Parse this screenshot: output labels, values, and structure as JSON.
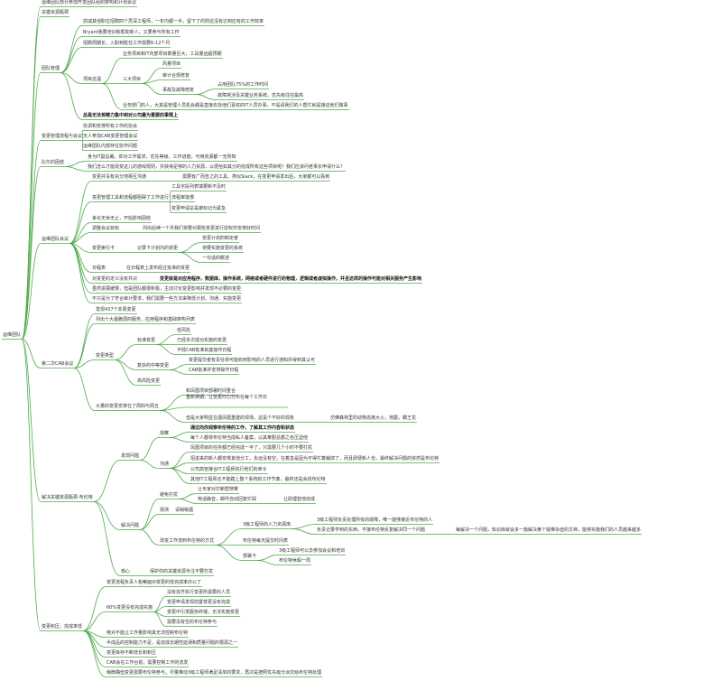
{
  "edge_color": "#4ea94a",
  "text_color": "#333333",
  "nodes": [
    {
      "id": "root",
      "text": "运维团队",
      "p": null
    },
    {
      "id": "n1",
      "text": "运维团队部分参加开发团队组织架构和计划会议",
      "p": "root"
    },
    {
      "id": "n2",
      "text": "关键资源瓶颈",
      "p": "root"
    },
    {
      "id": "tm",
      "text": "团队管理",
      "p": "root"
    },
    {
      "id": "tm1",
      "text": "前减其他职位招聘四个员深工程师，一年内都一半，留下了的则这没有达到应有的工作效率",
      "p": "tm"
    },
    {
      "id": "tm2",
      "text": "Bryant我要培训和帮助新人，又要参与所有工作",
      "p": "tm"
    },
    {
      "id": "tm3",
      "text": "招聘周期长，入职到胜任工作需要6-12个月",
      "p": "tm"
    },
    {
      "id": "xc",
      "text": "项目这温",
      "p": "tm"
    },
    {
      "id": "xc1",
      "text": "业务项目和IT内部项目数量巨大，工具量远超预期",
      "p": "xc"
    },
    {
      "id": "sd",
      "text": "三大项目",
      "p": "xc"
    },
    {
      "id": "sd1",
      "text": "风量项目",
      "p": "sd"
    },
    {
      "id": "sd2",
      "text": "审计合规修复",
      "p": "sd"
    },
    {
      "id": "sj",
      "text": "事故及故障修复",
      "p": "sd"
    },
    {
      "id": "sj1",
      "text": "占用团队75%的工作时间",
      "p": "sj"
    },
    {
      "id": "sj2",
      "text": "故障常涉及关键业务系统，优先级往往最高",
      "p": "sj"
    },
    {
      "id": "xc3",
      "text": "业务部门的人，大其是管理人员机会都是直接去找他们喜欢的IT人员办事，不是请我们的人帮忙就是接这他们做事",
      "p": "xc"
    },
    {
      "id": "tm5",
      "text": "总是无法将精力集中到对公司最为重要的事情上",
      "p": "tm",
      "bold": true
    },
    {
      "id": "bg",
      "text": "变更管理流程与会议",
      "p": "root"
    },
    {
      "id": "bg1",
      "text": "协调和安排所有工作的协会",
      "p": "bg"
    },
    {
      "id": "bg2",
      "text": "无人参加CAB变更管理会议",
      "p": "bg"
    },
    {
      "id": "bg3",
      "text": "运维团队内部存在协作问题",
      "p": "bg"
    },
    {
      "id": "wt",
      "text": "比尔的困惑",
      "p": "root"
    },
    {
      "id": "wt1",
      "text": "身为IT副总裁，却对工作需求，优先等级，工作进度，可用资源都一无所知",
      "p": "wt"
    },
    {
      "id": "wt2",
      "text": "我们怎么才能改变这儿的游戏规则，并获得足够的人力资源，以便恰如其分的完成所有这些项目呢？我们应该问老事长申请什么？",
      "p": "wt"
    },
    {
      "id": "yw",
      "text": "运维团队会议",
      "p": "root"
    },
    {
      "id": "ywa",
      "text": "变更并没有充分地相互沟通",
      "p": "yw"
    },
    {
      "id": "ywa1",
      "text": "需要有广而告之的工具，类似Slack，在变更申请发出后，大家都可以看到",
      "p": "ywa"
    },
    {
      "id": "ywb",
      "text": "变更管理工具和流程都阻碍了工作进行",
      "p": "yw"
    },
    {
      "id": "ywb1",
      "text": "工具字段列表填要新不及时",
      "p": "ywb"
    },
    {
      "id": "ywb2",
      "text": "流程审批慢",
      "p": "ywb"
    },
    {
      "id": "ywb3",
      "text": "变更申请总是被标记为紧急",
      "p": "ywb"
    },
    {
      "id": "ywc",
      "text": "争论无休无止，开始影响团结",
      "p": "yw"
    },
    {
      "id": "ywd",
      "text": "调整会议目标",
      "p": "yw"
    },
    {
      "id": "ywd1",
      "text": "列出后续一个月我们将要对那些变更进行授权并安排好时间",
      "p": "ywd"
    },
    {
      "id": "ywe",
      "text": "变更索引卡",
      "p": "yw"
    },
    {
      "id": "ywe1",
      "text": "记录下计划内的变更",
      "p": "ywe"
    },
    {
      "id": "ywe1a",
      "text": "变更计划的制定者",
      "p": "ywe1"
    },
    {
      "id": "ywe1b",
      "text": "将要实施变更的系统",
      "p": "ywe1"
    },
    {
      "id": "ywe1c",
      "text": "一句话的概述",
      "p": "ywe1"
    },
    {
      "id": "ywf",
      "text": "日程表",
      "p": "yw"
    },
    {
      "id": "ywf1",
      "text": "在日程表上发布经过批准的变更",
      "p": "ywf"
    },
    {
      "id": "ywg",
      "text": "对变更的定义没有共识",
      "p": "yw"
    },
    {
      "id": "ywg1",
      "text": "变更就是对应用程序，数据库，操作系统，网络或者硬件进行的物理，逻辑或者虚拟操作，并且这样的操作可能对相关服务产生影响",
      "p": "ywg",
      "bold": true
    },
    {
      "id": "ywh",
      "text": "虽然进展缓慢，但是团队都很积极，主动讨论变更影响并发现不必要的变更",
      "p": "yw"
    },
    {
      "id": "ywi",
      "text": "不只是为了符合审计要求，我们需要一些方法来降低计划、沟通、实施变更",
      "p": "yw"
    },
    {
      "id": "cab",
      "text": "第二次CAB会议",
      "p": "root"
    },
    {
      "id": "cab1",
      "text": "发现437个本周变更",
      "p": "cab"
    },
    {
      "id": "cab2",
      "text": "列出十大最脆弱的服务，应用程序和基础架构列表",
      "p": "cab"
    },
    {
      "id": "lx",
      "text": "变更类型",
      "p": "cab"
    },
    {
      "id": "bz",
      "text": "标准变更",
      "p": "lx"
    },
    {
      "id": "bz1",
      "text": "低风险",
      "p": "bz"
    },
    {
      "id": "bz2",
      "text": "已经多次成功实施的变更",
      "p": "bz"
    },
    {
      "id": "bz3",
      "text": "不经CAB批准就能操作日程",
      "p": "bz"
    },
    {
      "id": "fz",
      "text": "复杂的中等变更",
      "p": "lx"
    },
    {
      "id": "fz1",
      "text": "变更提交者有责任将可能收到影响的人员进行通知并得到其认可",
      "p": "fz"
    },
    {
      "id": "fz2",
      "text": "CAB批准并安排操作日程",
      "p": "fz"
    },
    {
      "id": "gf",
      "text": "高风险变更",
      "p": "lx"
    },
    {
      "id": "aa",
      "text": "大量的变更安排在了周四与周五",
      "p": "cab"
    },
    {
      "id": "aa1",
      "text": "和凤凰项目部署时间重合",
      "p": "aa"
    },
    {
      "id": "aa2",
      "text": "重新排期，让变更均匀分布在每个工作日",
      "p": "aa",
      "w": 112
    },
    {
      "id": "aa3",
      "text": "但是大家明显在遇凤凰重建的现场，这是个不好的现象",
      "p": "aa"
    },
    {
      "id": "aa3a",
      "text": "仿佛森林里的动物逃离大火，地震，霸王龙",
      "p": "aa3"
    },
    {
      "id": "js",
      "text": "解决关键资源瓶颈-布伦特",
      "p": "root"
    },
    {
      "id": "fx",
      "text": "发现问题",
      "p": "js"
    },
    {
      "id": "gc",
      "text": "观察",
      "p": "fx"
    },
    {
      "id": "gc1",
      "text": "通过向你观察布伦特的工作，了解其工作内容和状态",
      "p": "gc",
      "bold": true
    },
    {
      "id": "gc2",
      "text": "每个人都将布伦特当成私人备案，以其某剧总额之名压迫他",
      "p": "gc"
    },
    {
      "id": "gt",
      "text": "沟通",
      "p": "fx"
    },
    {
      "id": "gt1",
      "text": "凤凰项目的任务都已经完成一半了，只需要几个小时不要打扰",
      "p": "gt"
    },
    {
      "id": "gt2",
      "text": "招进来的新人都安排其他分工，永远没有空，在着急是因为不得忙着裁掉了，而且即便新人也，最终解决问题的依然是布伦特",
      "p": "gt"
    },
    {
      "id": "gt3",
      "text": "公司高管接合IT工程师执行他们的命令",
      "p": "gt"
    },
    {
      "id": "gt4",
      "text": "其他IT工程师还不能踏上整个系统的工作节奏，最终还是会找布伦特",
      "p": "gt"
    },
    {
      "id": "jj",
      "text": "解决问题",
      "p": "js"
    },
    {
      "id": "jq",
      "text": "避免打扰",
      "p": "jj"
    },
    {
      "id": "jq1",
      "text": "让专家对打断帮穿雾",
      "p": "jq"
    },
    {
      "id": "jq2",
      "text": "电话静音，邮件自动回复忙碌",
      "p": "jq"
    },
    {
      "id": "jq2a",
      "text": "让助理替他完成",
      "p": "jq2"
    },
    {
      "id": "lj",
      "text": "猜测",
      "p": "jj"
    },
    {
      "id": "lj1",
      "text": "请稍稍遇",
      "p": "lj"
    },
    {
      "id": "kx",
      "text": "改变工作流到布伦特的方式",
      "p": "jj"
    },
    {
      "id": "kx1",
      "text": "3级工程师的人力资源库",
      "p": "kx"
    },
    {
      "id": "kx1a",
      "text": "3级工程师负责处理所有的故障，唯一能够接近布伦特的人",
      "p": "kx1"
    },
    {
      "id": "kx1b",
      "text": "负责记录学到的东西，不接布伦特反复解决同一个问题",
      "p": "kx1"
    },
    {
      "id": "kx1b1",
      "text": "每解决一个问题，知识库就会多一篇解决某个疑难杂症的文档，能够实施我们的人员越来越多",
      "p": "kx1b"
    },
    {
      "id": "kx2",
      "text": "布伦特每天提交时间表",
      "p": "kx"
    },
    {
      "id": "kx3",
      "text": "部署卡",
      "p": "kx"
    },
    {
      "id": "kx3a",
      "text": "3级工程师可以去参加会议和培训",
      "p": "kx3"
    },
    {
      "id": "kx3b",
      "text": "布伦特休假一周",
      "p": "kx3"
    },
    {
      "id": "hx",
      "text": "核心",
      "p": "js"
    },
    {
      "id": "hx1",
      "text": "保护你的关键资源专注不要打扰",
      "p": "hx"
    },
    {
      "id": "dj",
      "text": "变更积压，完成率低",
      "p": "root"
    },
    {
      "id": "dj1",
      "text": "变更流程负责人帕蒂面对变更的低完成率办公了",
      "p": "dj"
    },
    {
      "id": "dj2",
      "text": "60%变更没有完成实施",
      "p": "dj"
    },
    {
      "id": "dj2a",
      "text": "没有找齐执行变更所需要的人员",
      "p": "dj2"
    },
    {
      "id": "dj2b",
      "text": "变更申请发现前置变更没有完成",
      "p": "dj2"
    },
    {
      "id": "dj2c",
      "text": "变更中引发服务终端，无法实施变更",
      "p": "dj2"
    },
    {
      "id": "dj2d",
      "text": "需要没有空的布伦特参与",
      "p": "dj2"
    },
    {
      "id": "dj3",
      "text": "绝对不能让工作量影响其无法控制布伦特",
      "p": "dj"
    },
    {
      "id": "dj4",
      "text": "半成品的控制能力不足，是造成长期性延误和质量问题的根源之一",
      "p": "dj"
    },
    {
      "id": "dj5",
      "text": "变更库存不断增长和积压",
      "p": "dj"
    },
    {
      "id": "dj6",
      "text": "CAB会在工作台前，需要控制工作的流发",
      "p": "dj"
    },
    {
      "id": "dj7",
      "text": "稍微确但变更需要布伦特参与，尽量推动3级工程师满足清单的要求，再次是按照优先级分派交给布伦特处理",
      "p": "dj"
    }
  ]
}
